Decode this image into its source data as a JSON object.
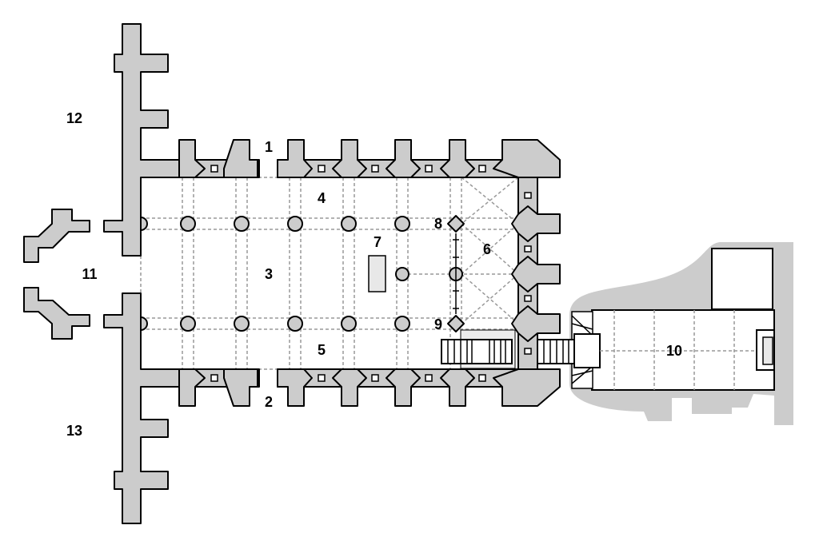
{
  "title": "Church floor plan",
  "labels": {
    "l1": "1",
    "l2": "2",
    "l3": "3",
    "l4": "4",
    "l5": "5",
    "l6": "6",
    "l7": "7",
    "l8": "8",
    "l9": "9",
    "l10": "10",
    "l11": "11",
    "l12": "12",
    "l13": "13"
  },
  "colors": {
    "wall": "#cccccc",
    "grid": "#999999"
  }
}
